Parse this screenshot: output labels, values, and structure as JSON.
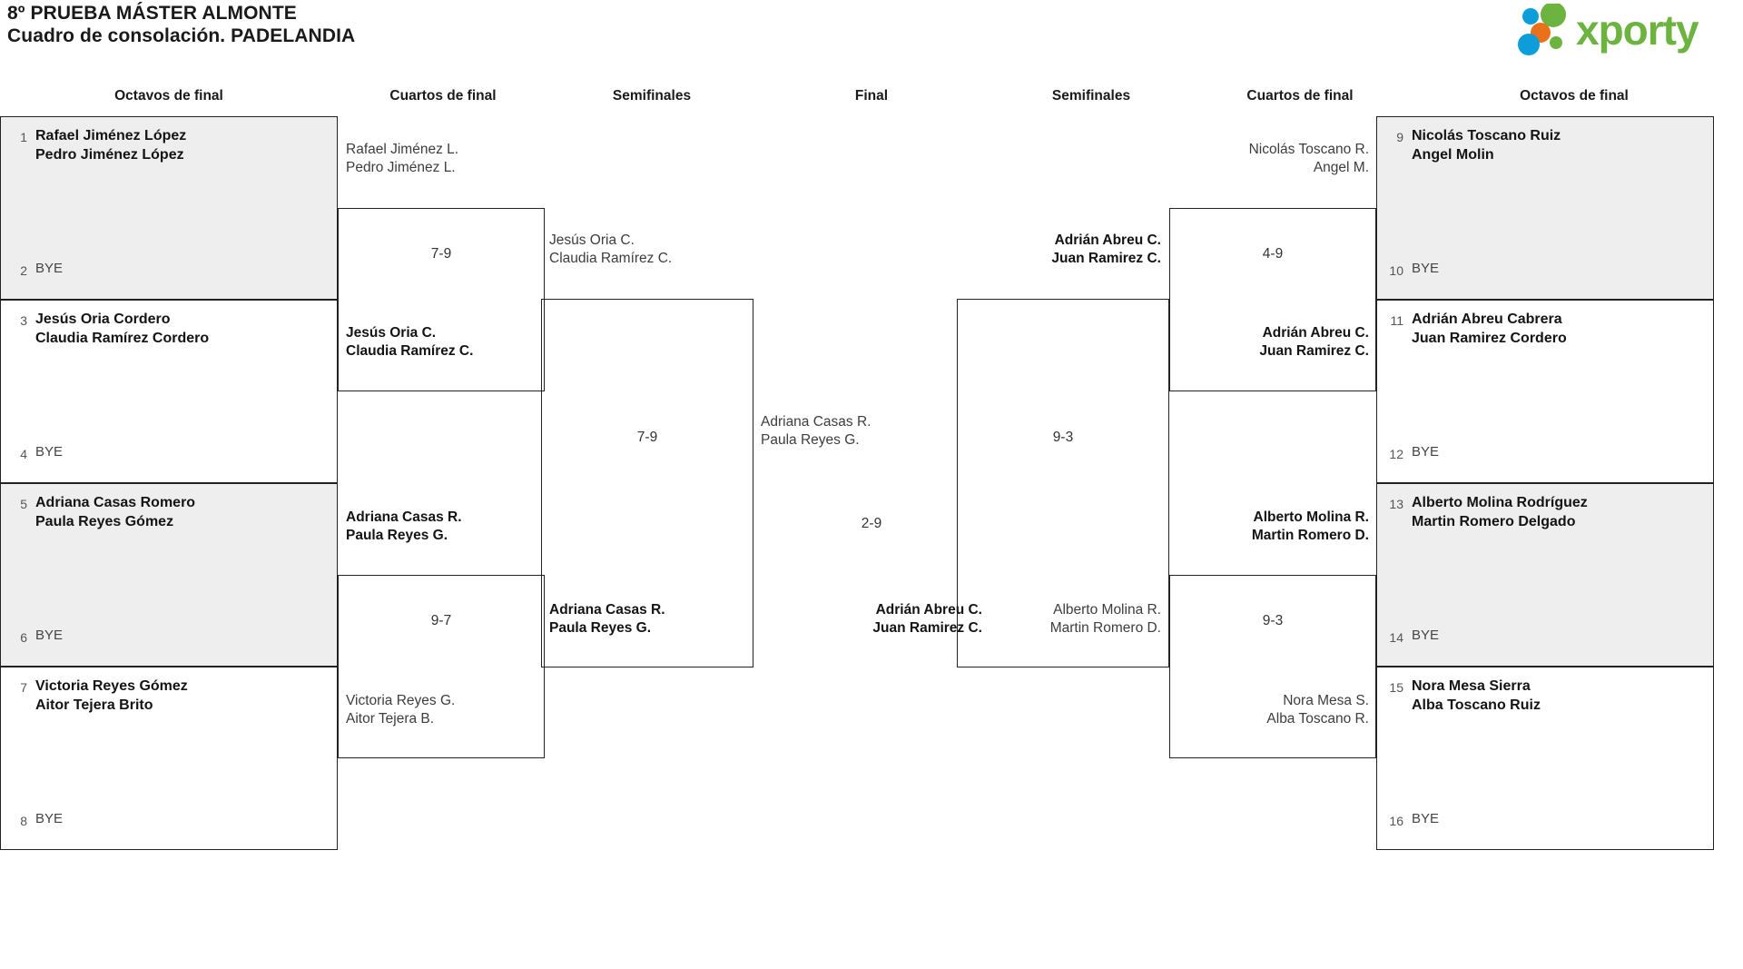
{
  "header": {
    "title_line1": "8º PRUEBA MÁSTER ALMONTE",
    "title_line2": "Cuadro de consolación. PADELANDIA",
    "logo_text": "xporty",
    "logo_colors": {
      "green": "#6cb33f",
      "blue": "#0d9ddb",
      "orange": "#e8711a"
    }
  },
  "rounds": {
    "left_r16": "Octavos de final",
    "left_qf": "Cuartos de final",
    "left_sf": "Semifinales",
    "final": "Final",
    "right_sf": "Semifinales",
    "right_qf": "Cuartos de final",
    "right_r16": "Octavos de final"
  },
  "bye_label": "BYE",
  "left": {
    "r16": [
      {
        "seed": "1",
        "p1": "Rafael Jiménez López",
        "p2": "Pedro Jiménez López",
        "winner": true,
        "bye": false
      },
      {
        "seed": "2",
        "p1": "BYE",
        "p2": "",
        "winner": false,
        "bye": true
      },
      {
        "seed": "3",
        "p1": "Jesús Oria Cordero",
        "p2": "Claudia Ramírez Cordero",
        "winner": true,
        "bye": false
      },
      {
        "seed": "4",
        "p1": "BYE",
        "p2": "",
        "winner": false,
        "bye": true
      },
      {
        "seed": "5",
        "p1": "Adriana Casas Romero",
        "p2": "Paula Reyes Gómez",
        "winner": true,
        "bye": false
      },
      {
        "seed": "6",
        "p1": "BYE",
        "p2": "",
        "winner": false,
        "bye": true
      },
      {
        "seed": "7",
        "p1": "Victoria Reyes Gómez",
        "p2": "Aitor Tejera Brito",
        "winner": true,
        "bye": false
      },
      {
        "seed": "8",
        "p1": "BYE",
        "p2": "",
        "winner": false,
        "bye": true
      }
    ],
    "qf": [
      {
        "p1": "Rafael Jiménez L.",
        "p2": "Pedro Jiménez L.",
        "winner": false
      },
      {
        "p1": "Jesús Oria C.",
        "p2": "Claudia Ramírez C.",
        "winner": true
      },
      {
        "p1": "Adriana Casas R.",
        "p2": "Paula Reyes G.",
        "winner": true
      },
      {
        "p1": "Victoria Reyes G.",
        "p2": "Aitor Tejera B.",
        "winner": false
      }
    ],
    "qf_scores": [
      "7-9",
      "9-7"
    ],
    "sf": [
      {
        "p1": "Jesús Oria C.",
        "p2": "Claudia Ramírez C.",
        "winner": false
      },
      {
        "p1": "Adriana Casas R.",
        "p2": "Paula Reyes G.",
        "winner": true
      }
    ],
    "sf_score": "7-9"
  },
  "final": {
    "top": {
      "p1": "Adriana Casas R.",
      "p2": "Paula Reyes G.",
      "winner": false
    },
    "bottom": {
      "p1": "Adrián Abreu C.",
      "p2": "Juan Ramirez C.",
      "winner": true
    },
    "score": "2-9"
  },
  "right": {
    "r16": [
      {
        "seed": "9",
        "p1": "Nicolás Toscano Ruiz",
        "p2": "Angel Molin",
        "winner": true,
        "bye": false
      },
      {
        "seed": "10",
        "p1": "BYE",
        "p2": "",
        "winner": false,
        "bye": true
      },
      {
        "seed": "11",
        "p1": "Adrián Abreu Cabrera",
        "p2": "Juan Ramirez Cordero",
        "winner": true,
        "bye": false
      },
      {
        "seed": "12",
        "p1": "BYE",
        "p2": "",
        "winner": false,
        "bye": true
      },
      {
        "seed": "13",
        "p1": "Alberto Molina Rodríguez",
        "p2": "Martin Romero Delgado",
        "winner": true,
        "bye": false
      },
      {
        "seed": "14",
        "p1": "BYE",
        "p2": "",
        "winner": false,
        "bye": true
      },
      {
        "seed": "15",
        "p1": "Nora Mesa Sierra",
        "p2": "Alba Toscano Ruiz",
        "winner": true,
        "bye": false
      },
      {
        "seed": "16",
        "p1": "BYE",
        "p2": "",
        "winner": false,
        "bye": true
      }
    ],
    "qf": [
      {
        "p1": "Nicolás Toscano R.",
        "p2": "Angel M.",
        "winner": false
      },
      {
        "p1": "Adrián Abreu C.",
        "p2": "Juan Ramirez C.",
        "winner": true
      },
      {
        "p1": "Alberto Molina R.",
        "p2": "Martin Romero D.",
        "winner": true
      },
      {
        "p1": "Nora Mesa S.",
        "p2": "Alba Toscano R.",
        "winner": false
      }
    ],
    "qf_scores": [
      "4-9",
      "9-3"
    ],
    "sf": [
      {
        "p1": "Adrián Abreu C.",
        "p2": "Juan Ramirez C.",
        "winner": true
      },
      {
        "p1": "Alberto Molina R.",
        "p2": "Martin Romero D.",
        "winner": false
      }
    ],
    "sf_score": "9-3"
  }
}
